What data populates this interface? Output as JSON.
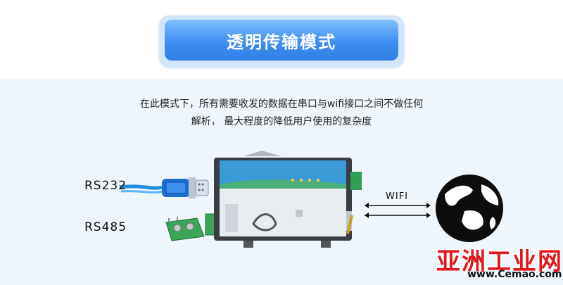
{
  "header": {
    "title": "透明传输模式"
  },
  "description": {
    "line1": "在此模式下，所有需要收发的数据在串口与wifi接口之间不做任何",
    "line2": "解析， 最大程度的降低用户使用的复杂度"
  },
  "labels": {
    "rs232": "RS232",
    "rs485": "RS485",
    "wifi": "WIFI"
  },
  "watermark": {
    "text": "亚洲工业网",
    "url": "www.Cemao.com"
  },
  "colors": {
    "accent": "#3f8ff0",
    "title_bg": "#cfe6fb",
    "band": "#eef5fb",
    "watermark": "#e3161b"
  }
}
